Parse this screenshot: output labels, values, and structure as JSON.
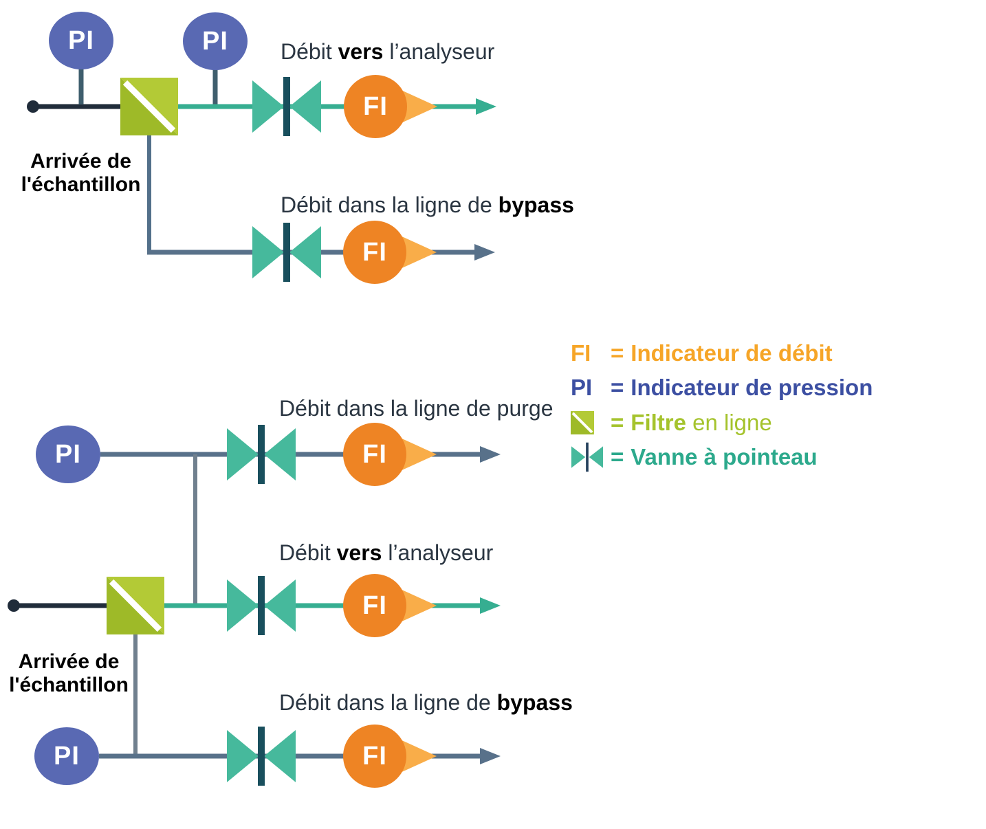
{
  "palette": {
    "pressure_indicator_blue": "#5969b3",
    "flow_indicator_orange": "#ee8424",
    "flow_cone_orange": "#f9ad49",
    "filter_green_light": "#b3ca36",
    "filter_green_dark": "#9eba28",
    "valve_teal": "#46b99c",
    "valve_needle_dark": "#194f5d",
    "analyzer_line_teal": "#36ae91",
    "process_line_slate": "#58718a",
    "connector_gray": "#70808e",
    "inlet_line_black": "#202c3a",
    "instrument_stem_dark": "#3f5e6d",
    "label_text": "#2a3541",
    "label_text_emphasis": "#000000",
    "legend_orange": "#f6a527",
    "legend_blue": "#3c4fa2",
    "legend_green": "#a5c32d",
    "legend_teal": "#2ca98c"
  },
  "top_diagram": {
    "inlet_label": {
      "line1": "Arrivée de",
      "line2": "l'échantillon"
    },
    "pi_inlet": "PI",
    "pi_analyzer": "PI",
    "analyzer": {
      "label_pre": "Débit ",
      "label_bold": "vers",
      "label_post": " l’analyseur",
      "fi": "FI"
    },
    "bypass": {
      "label_pre": "Débit dans la ligne de ",
      "label_bold": "bypass",
      "fi": "FI"
    }
  },
  "bottom_diagram": {
    "inlet_label": {
      "line1": "Arrivée de",
      "line2": "l'échantillon"
    },
    "purge": {
      "label": "Débit dans la ligne de purge",
      "pi": "PI",
      "fi": "FI"
    },
    "analyzer": {
      "label_pre": "Débit ",
      "label_bold": "vers",
      "label_post": " l’analyseur",
      "fi": "FI"
    },
    "bypass": {
      "label_pre": "Débit dans la ligne de ",
      "label_bold": "bypass",
      "pi": "PI",
      "fi": "FI"
    }
  },
  "legend": {
    "flow_indicator": {
      "symbol": "FI",
      "eq": "=",
      "label": "Indicateur de débit"
    },
    "pressure_indicator": {
      "symbol": "PI",
      "eq": "=",
      "label": "Indicateur de pression"
    },
    "inline_filter": {
      "eq": "=",
      "label_bold": "Filtre",
      "label_rest": " en ligne"
    },
    "needle_valve": {
      "eq": "=",
      "label": "Vanne à pointeau"
    }
  }
}
